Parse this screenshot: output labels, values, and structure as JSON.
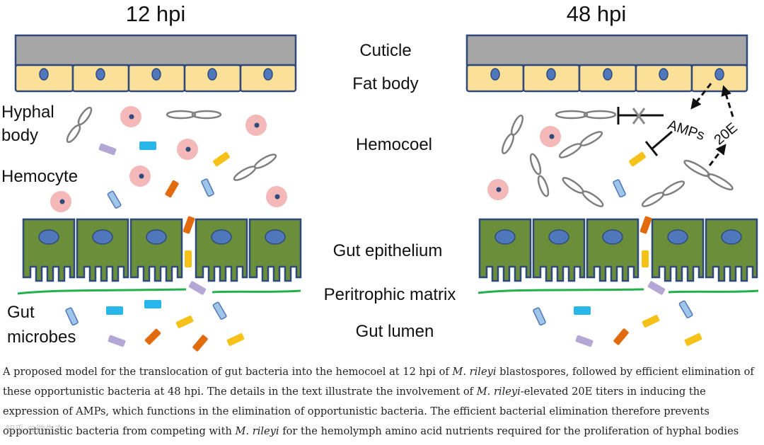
{
  "panels": {
    "left_title": "12 hpi",
    "right_title": "48 hpi"
  },
  "layers": {
    "cuticle": "Cuticle",
    "fat_body": "Fat body",
    "hemocoel": "Hemocoel",
    "gut_epithelium": "Gut epithelium",
    "peritrophic_matrix": "Peritrophic matrix",
    "gut_lumen": "Gut lumen"
  },
  "left_labels": {
    "hyphal_line1": "Hyphal",
    "hyphal_line2": "body",
    "hemocyte": "Hemocyte",
    "gut_line1": "Gut",
    "gut_line2": "microbes"
  },
  "right_labels": {
    "amps": "AMPs",
    "hormone": "20E"
  },
  "caption": {
    "p1": "A proposed model for the translocation of gut bacteria into the hemocoel at 12 hpi of ",
    "sp1": "M. rileyi",
    "p2": " blastospores, followed by efficient elimination of these opportunistic bacteria at 48 hpi. The details in the text illustrate the involvement of ",
    "sp2": "M. rileyi",
    "p3": "-elevated 20E titers in inducing the expression of AMPs, which functions in the elimination of opportunistic bacteria. The efficient bacterial elimination therefore prevents opportunistic bacteria from competing with ",
    "sp3": "M. rileyi",
    "p4": " for the hemolymph amino acid nutrients required for the proliferation of hyphal bodies"
  },
  "watermark": "知乎 @微生态",
  "colors": {
    "cuticle": "#a6a6a6",
    "fat_body": "#fbe09a",
    "nucleus": "#4f77bb",
    "epithelium": "#6b8e3a",
    "hemocyte": "#f5b8b8",
    "peritrophic": "#22b14c",
    "bact_cyan": "#29b6e8",
    "bact_purple": "#b4a7d6",
    "bact_yellow": "#f6c21a",
    "bact_orange": "#e26b10",
    "bact_blue": "#9fc5e8"
  }
}
